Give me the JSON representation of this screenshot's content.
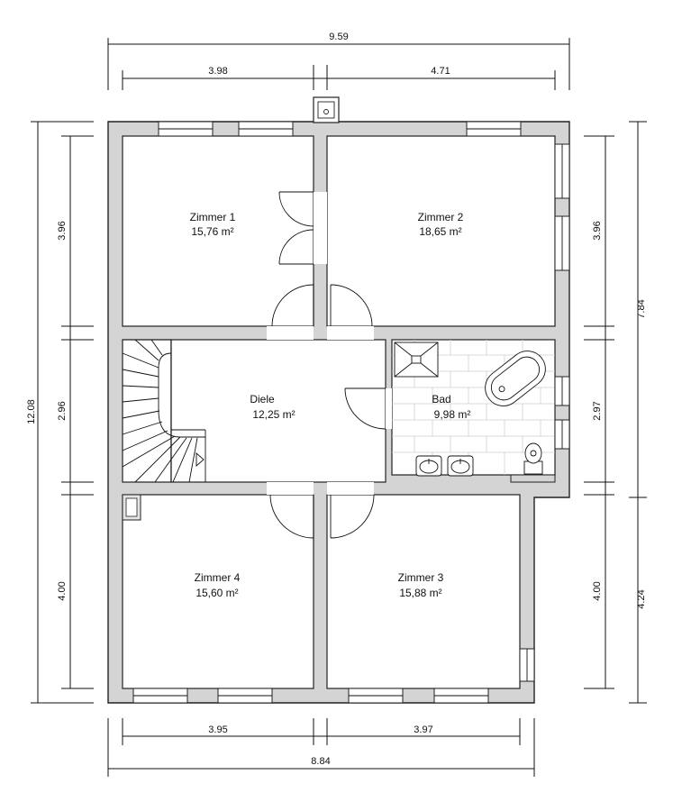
{
  "rooms": {
    "zimmer1": {
      "name": "Zimmer 1",
      "area": "15,76 m²"
    },
    "zimmer2": {
      "name": "Zimmer 2",
      "area": "18,65 m²"
    },
    "diele": {
      "name": "Diele",
      "area": "12,25 m²"
    },
    "bad": {
      "name": "Bad",
      "area": "9,98 m²"
    },
    "zimmer4": {
      "name": "Zimmer 4",
      "area": "15,60 m²"
    },
    "zimmer3": {
      "name": "Zimmer 3",
      "area": "15,88 m²"
    }
  },
  "dimensions": {
    "top_total": "9.59",
    "top_left": "3.98",
    "top_right": "4.71",
    "left_total": "12.08",
    "left_upper": "3.96",
    "left_middle": "2.96",
    "left_lower": "4.00",
    "right_upper": "3.96",
    "right_middle": "2.97",
    "right_lower": "4.00",
    "right_total_upper": "7.84",
    "right_total_lower": "4.24",
    "bottom_left": "3.95",
    "bottom_right": "3.97",
    "bottom_total": "8.84"
  },
  "colors": {
    "wall_fill": "#d4d4d4",
    "room_fill": "#ffffff",
    "line": "#222222"
  }
}
